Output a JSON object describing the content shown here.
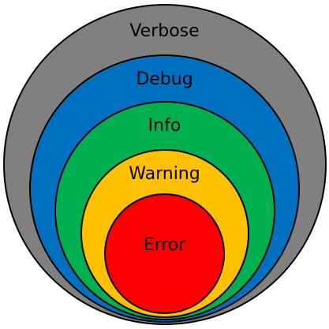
{
  "levels": [
    {
      "key": "verbose",
      "label": "Verbose",
      "color": "#808080"
    },
    {
      "key": "debug",
      "label": "Debug",
      "color": "#0070c0"
    },
    {
      "key": "info",
      "label": "Info",
      "color": "#00b050"
    },
    {
      "key": "warning",
      "label": "Warning",
      "color": "#ffc000"
    },
    {
      "key": "error",
      "label": "Error",
      "color": "#ff0000"
    }
  ]
}
